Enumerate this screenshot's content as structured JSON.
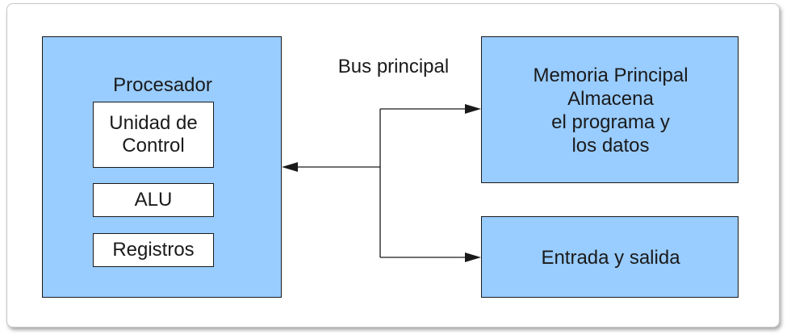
{
  "processor": {
    "title": "Procesador",
    "control_unit": [
      "Unidad de",
      "Control"
    ],
    "alu": "ALU",
    "registers": "Registros"
  },
  "bus": {
    "label": "Bus principal"
  },
  "memory": {
    "lines": [
      "Memoria Principal",
      "Almacena",
      "el programa y",
      "los datos"
    ]
  },
  "io": {
    "label": "Entrada y salida"
  },
  "colors": {
    "box_fill": "#99ccff",
    "inner_fill": "#ffffff",
    "stroke": "#1a1a1a"
  }
}
